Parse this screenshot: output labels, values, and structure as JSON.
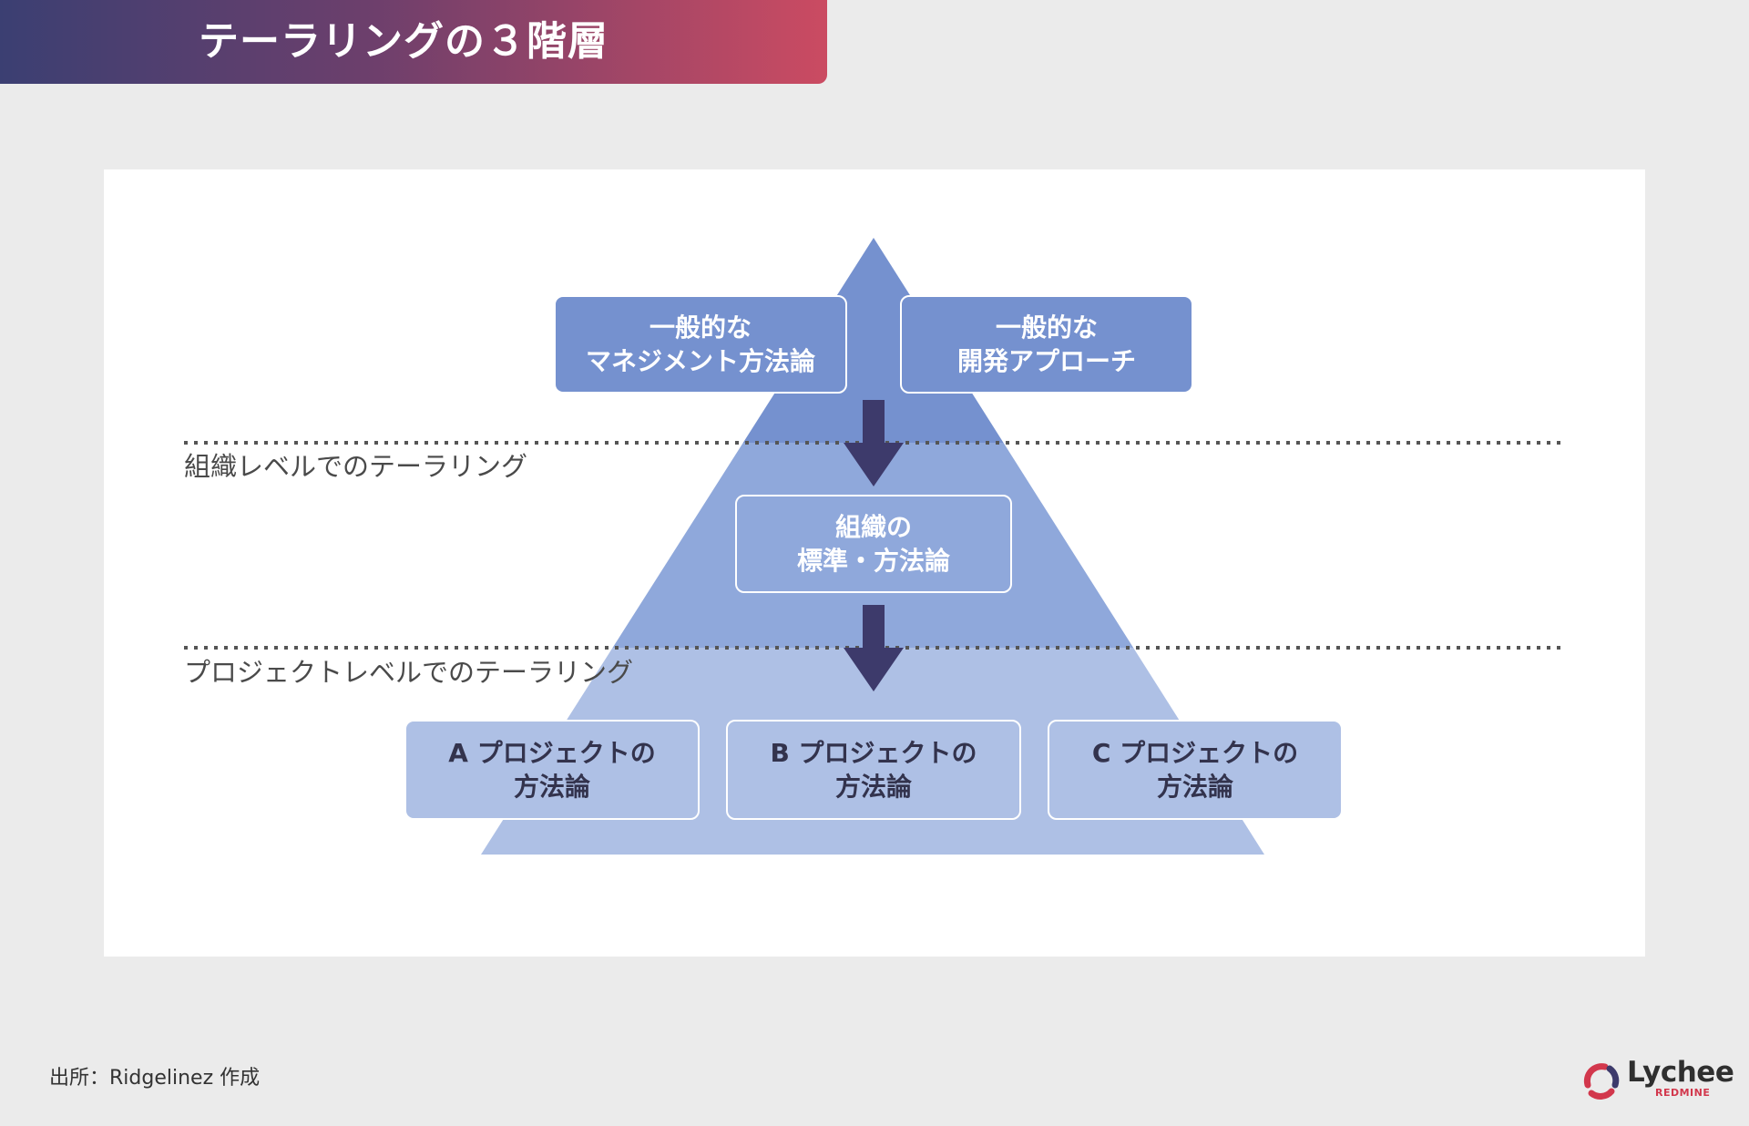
{
  "header": {
    "title": "テーラリングの３階層"
  },
  "diagram": {
    "levels": {
      "organization": "組織レベルでのテーラリング",
      "project": "プロジェクトレベルでのテーラリング"
    },
    "top_boxes": [
      {
        "line1": "一般的な",
        "line2": "マネジメント方法論"
      },
      {
        "line1": "一般的な",
        "line2": "開発アプローチ"
      }
    ],
    "middle_box": {
      "line1": "組織の",
      "line2": "標準・方法論"
    },
    "bottom_boxes": [
      {
        "line1": "A プロジェクトの",
        "line2": "方法論"
      },
      {
        "line1": "B プロジェクトの",
        "line2": "方法論"
      },
      {
        "line1": "C プロジェクトの",
        "line2": "方法論"
      }
    ]
  },
  "footer": {
    "source": "出所：Ridgelinez 作成",
    "logo_name": "Lychee",
    "logo_sub": "REDMINE",
    "logo_icon": "lychee-ring-icon"
  },
  "colors": {
    "title_gradient_start": "#3b3f72",
    "title_gradient_end": "#cb4b62",
    "pyramid_top": "#7591cf",
    "pyramid_middle": "#8fa8db",
    "pyramid_bottom": "#aec0e5",
    "arrow": "#3d3a6b",
    "background": "#ebebeb"
  }
}
